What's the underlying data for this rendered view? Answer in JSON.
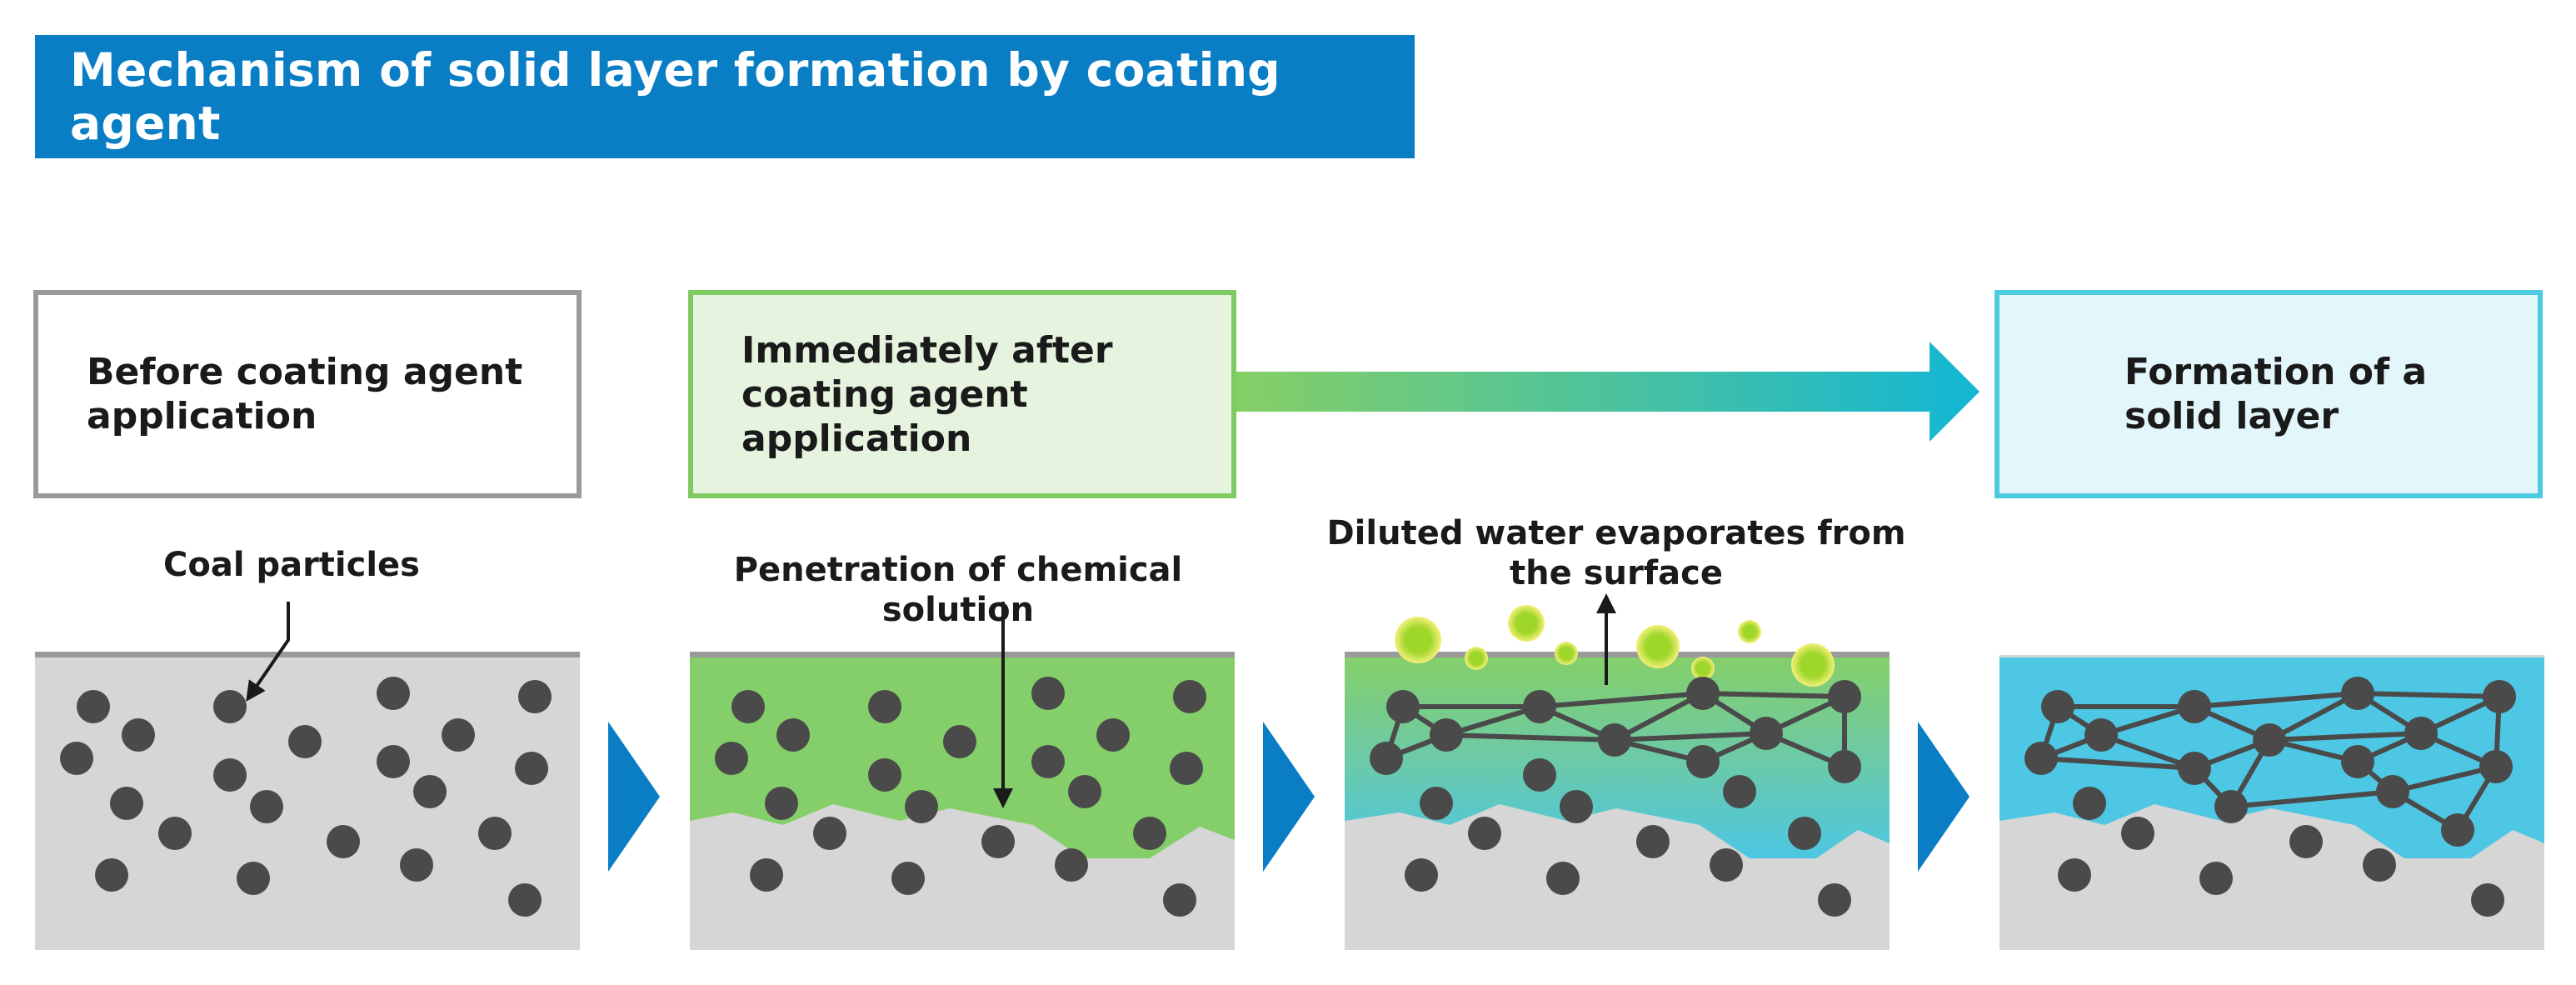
{
  "title": "Mechanism of solid layer formation by coating agent",
  "stages": {
    "before": "Before coating agent\napplication",
    "immediately_after": "Immediately after\ncoating agent\napplication",
    "formation": "Formation of a\nsolid layer"
  },
  "labels": {
    "coal_particles": "Coal particles",
    "penetration": "Penetration of chemical solution",
    "evaporation": "Diluted water evaporates from\nthe surface"
  },
  "colors": {
    "title_bg": "#0a7ec5",
    "ground": "#d6d6d6",
    "particle": "#4a4a4a",
    "solution_green": "#85cf6a",
    "solid_blue": "#4dc7e3",
    "chevron": "#0a7ec5"
  }
}
